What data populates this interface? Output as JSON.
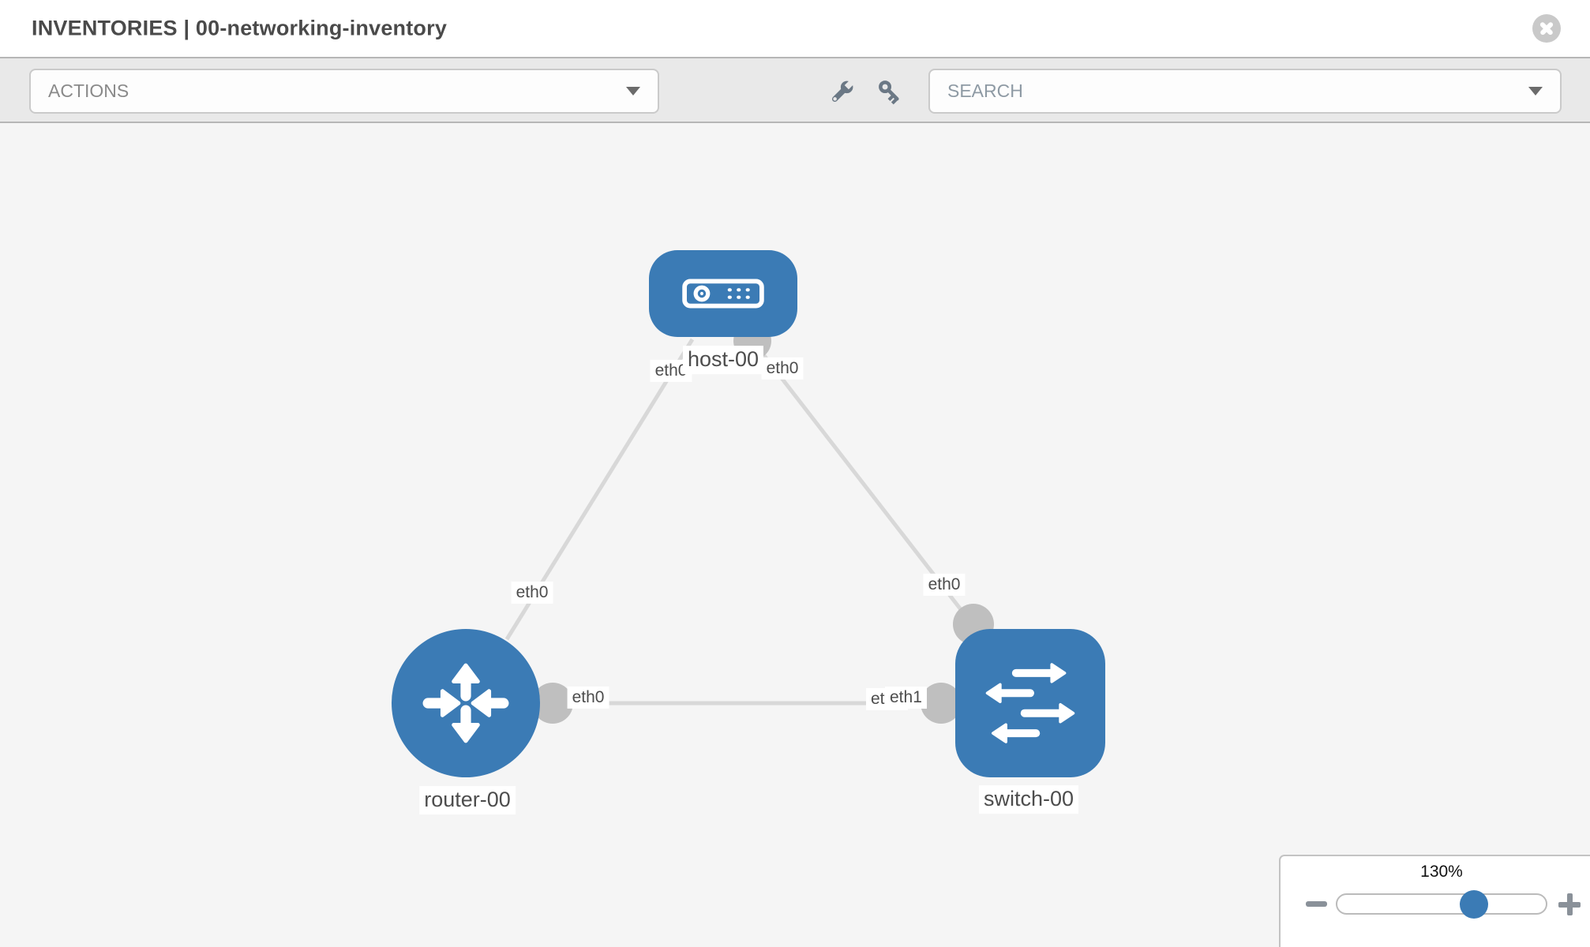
{
  "header": {
    "title": "INVENTORIES | 00-networking-inventory"
  },
  "toolbar": {
    "actions_label": "ACTIONS",
    "search_label": "SEARCH"
  },
  "topology": {
    "nodes": [
      {
        "id": "host-00",
        "type": "host"
      },
      {
        "id": "router-00",
        "type": "router"
      },
      {
        "id": "switch-00",
        "type": "switch"
      }
    ],
    "links": [
      {
        "source": "host-00",
        "source_if": "eth0",
        "target": "router-00",
        "target_if": "eth0"
      },
      {
        "source": "host-00",
        "source_if": "eth0",
        "target": "switch-00",
        "target_if": "eth0"
      },
      {
        "source": "router-00",
        "source_if": "eth0",
        "target": "switch-00",
        "target_if": "eth1",
        "target_if_overlapped": "eth0"
      }
    ]
  },
  "zoom_control": {
    "value": "130%"
  },
  "colors": {
    "node_blue": "#3b7bb5",
    "link_gray": "#d8d8d8",
    "port_gray": "#bfbfbf"
  }
}
